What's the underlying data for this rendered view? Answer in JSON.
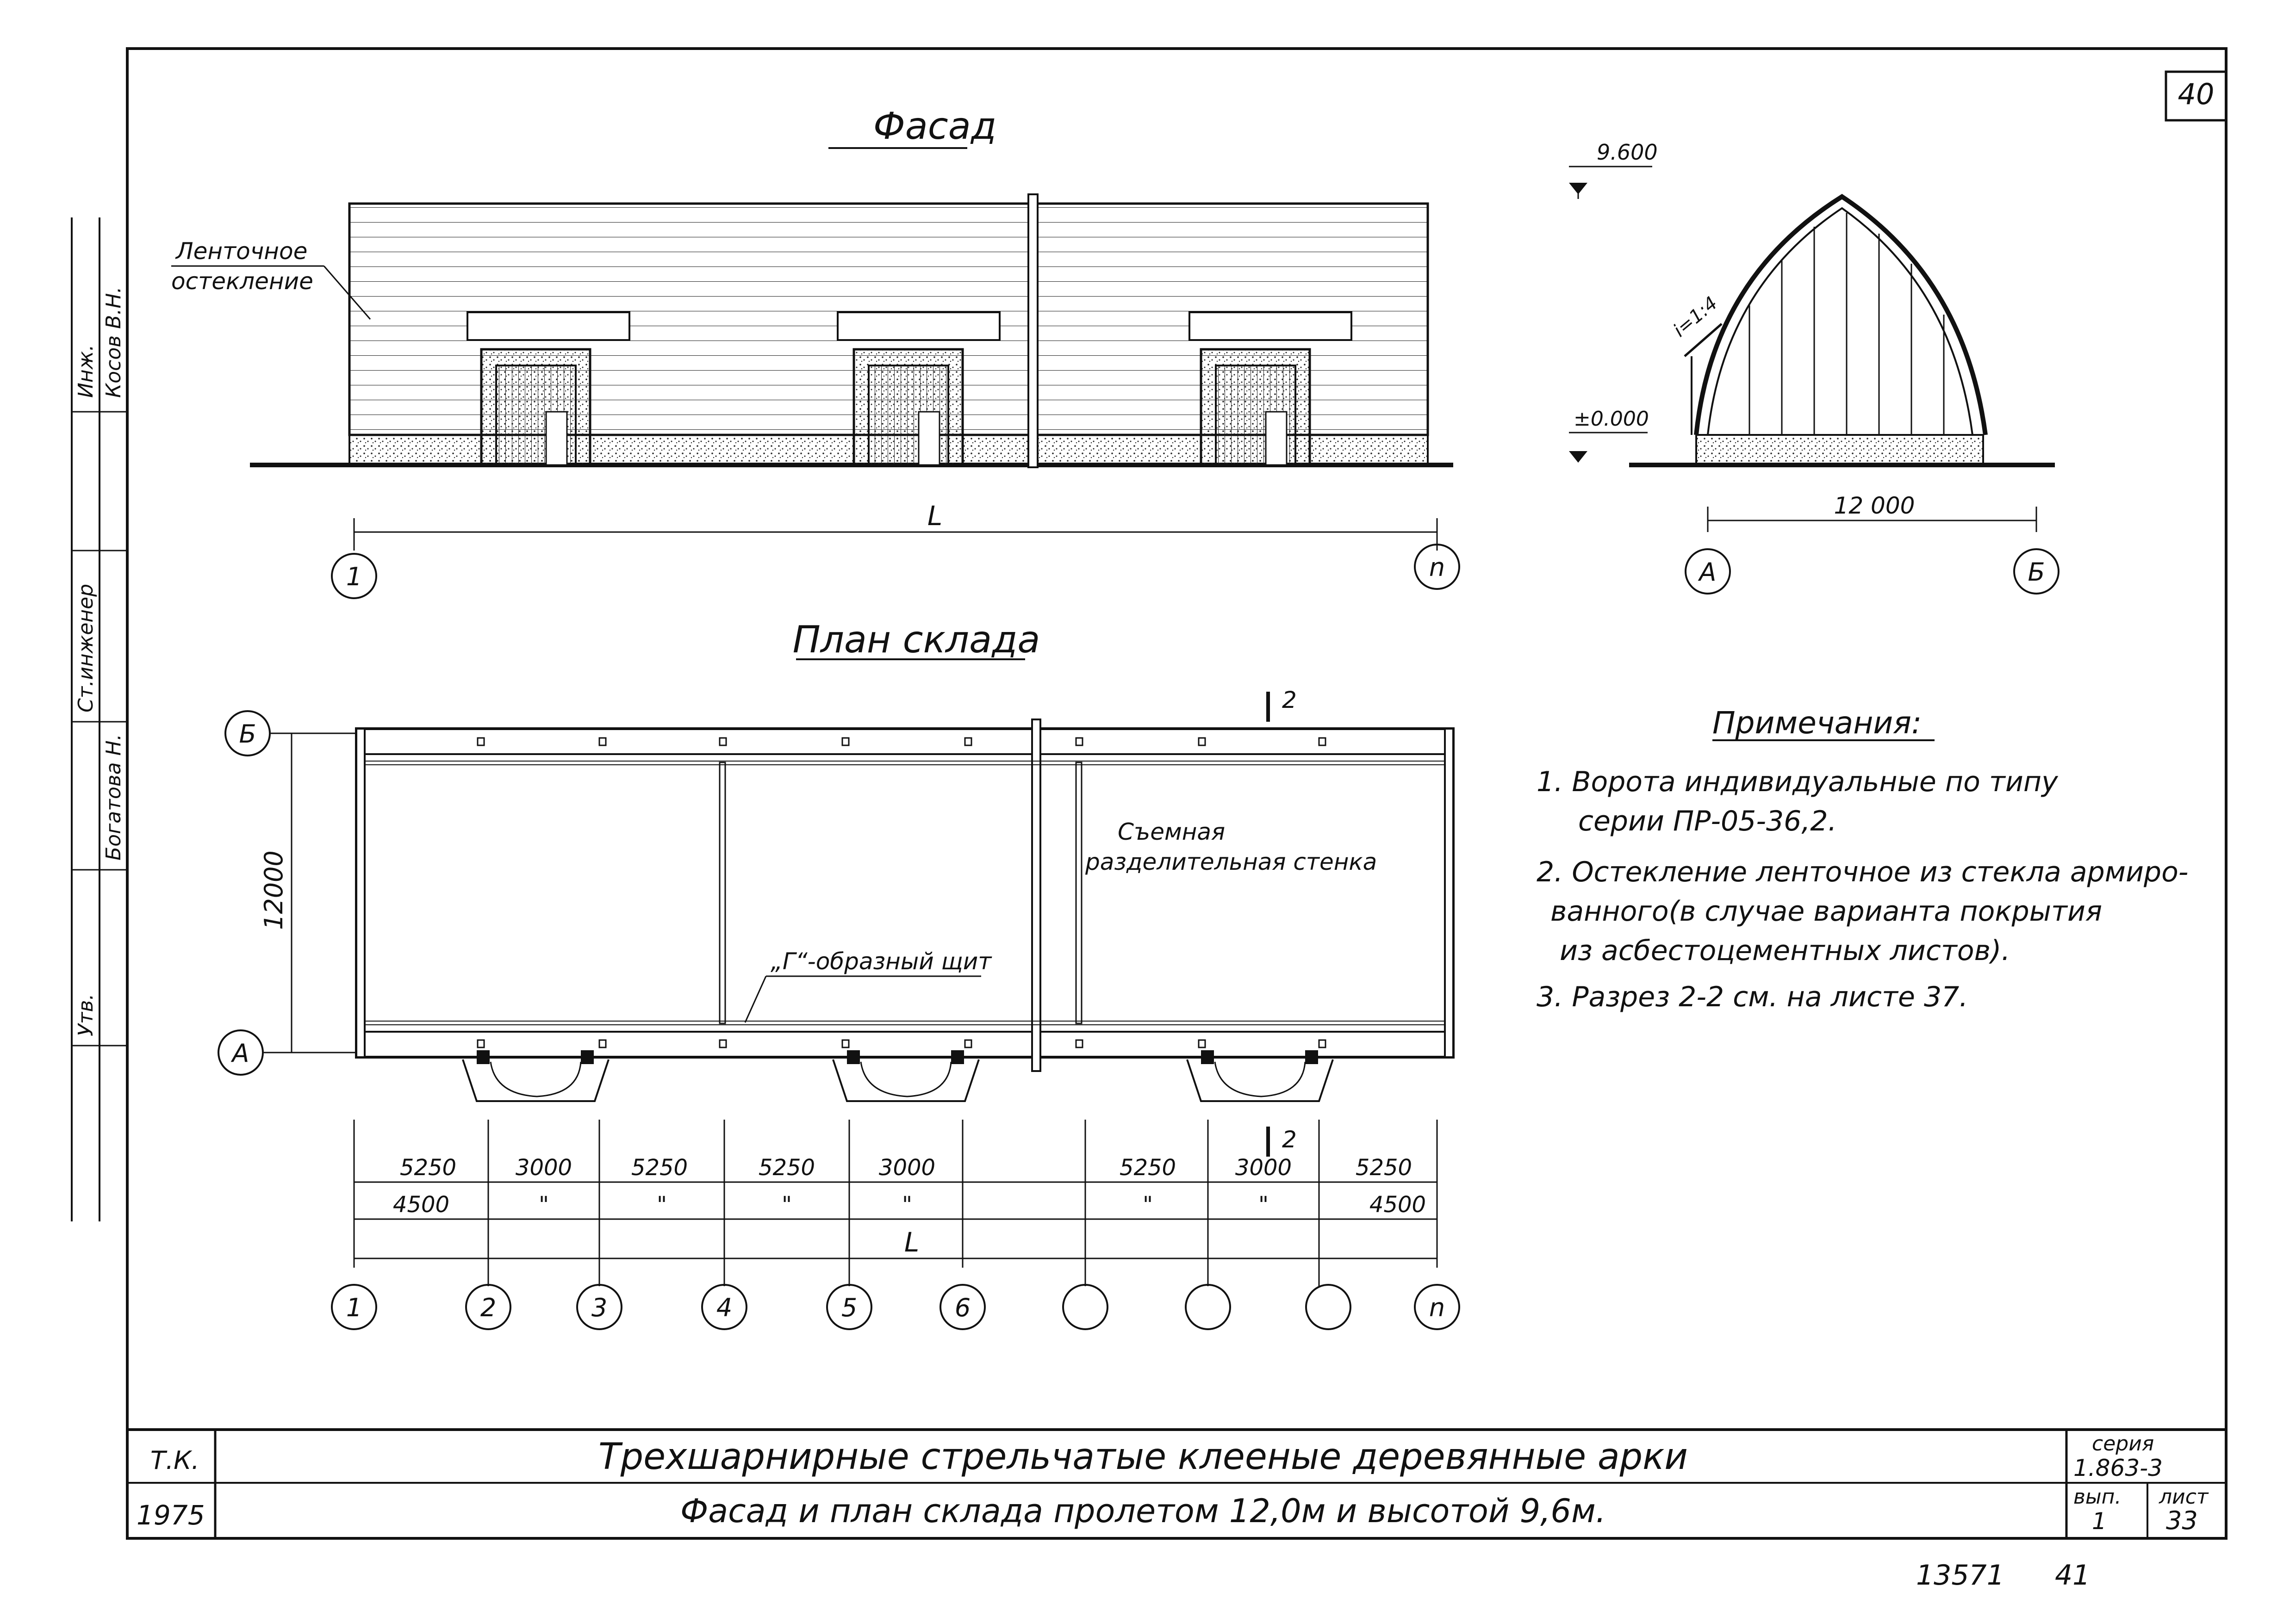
{
  "sheet": {
    "sheet_no_top": "40",
    "doc_number": "13571",
    "doc_number2": "41"
  },
  "facade": {
    "title": "Фасад",
    "glazing_label_1": "Ленточное",
    "glazing_label_2": "остекление",
    "dim_length": "L",
    "axis_left": "1",
    "axis_right": "n"
  },
  "section": {
    "level_top": "9.600",
    "level_zero": "±0.000",
    "slope": "i=1:4",
    "span": "12 000",
    "axis_left": "А",
    "axis_right": "Б"
  },
  "plan": {
    "title": "План склада",
    "cut_mark": "2",
    "axis_b": "Б",
    "axis_a": "А",
    "width_dim": "12000",
    "partition_label_1": "Съемная",
    "partition_label_2": "разделительная стенка",
    "shield_label": "„Г“-образный щит",
    "dims_row1": [
      "5250",
      "3000",
      "5250",
      "5250",
      "3000",
      "5250",
      "3000",
      "5250"
    ],
    "dims_row2": [
      "4500",
      "\"",
      "\"",
      "\"",
      "\"",
      "\"",
      "\"",
      "4500"
    ],
    "dim_total": "L",
    "axes": [
      "1",
      "2",
      "3",
      "4",
      "5",
      "6",
      "",
      "",
      "",
      "n"
    ]
  },
  "notes": {
    "title": "Примечания:",
    "lines": [
      "1. Ворота индивидуальные по типу",
      "серии ПР-05-36,2.",
      "2. Остекление ленточное из стекла армиро-",
      "ванного(в случае варианта покрытия",
      "из асбестоцементных листов).",
      "3. Разрез 2-2 см. на листе 37."
    ]
  },
  "side_stamp": [
    "Инж.",
    "Косов В.Н.",
    "Ст.инженер",
    "Богатова Н.",
    "Утв."
  ],
  "title_block": {
    "org": "Т.К.",
    "year": "1975",
    "title_1": "Трехшарнирные стрельчатые клееные деревянные арки",
    "title_2": "Фасад и план склада пролетом 12,0м и высотой 9,6м.",
    "series_label": "серия",
    "series_value": "1.863-3",
    "issue_label": "вып.",
    "issue_value": "1",
    "sheet_label": "лист",
    "sheet_value": "33"
  },
  "icons": [
    "axis-bubble-icon",
    "level-mark-icon",
    "gate-swing-icon"
  ]
}
